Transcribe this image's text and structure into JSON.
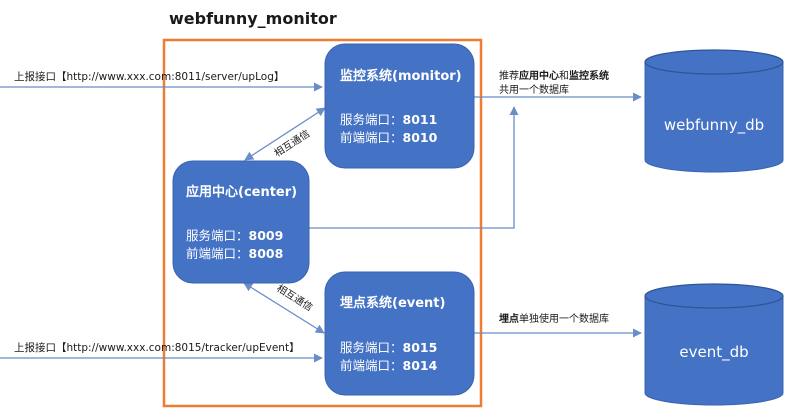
{
  "title": "webfunny_monitor",
  "colors": {
    "box_fill": "#4472C4",
    "box_stroke": "#3A64B0",
    "frame": "#ED7D31",
    "arrow": "#6A8CC7",
    "text_dark": "#1a1a1a",
    "text_light": "#ffffff"
  },
  "monitor": {
    "title": "监控系统(monitor)",
    "service_label": "服务端口：",
    "service_port": "8011",
    "front_label": "前端端口：",
    "front_port": "8010"
  },
  "center": {
    "title": "应用中心(center)",
    "service_label": "服务端口：",
    "service_port": "8009",
    "front_label": "前端端口：",
    "front_port": "8008"
  },
  "event": {
    "title": "埋点系统(event)",
    "service_label": "服务端口：",
    "service_port": "8015",
    "front_label": "前端端口：",
    "front_port": "8014"
  },
  "upload_top": "上报接口【http://www.xxx.com:8011/server/upLog】",
  "upload_bottom": "上报接口【http://www.xxx.com:8015/tracker/upEvent】",
  "comm_top": "相互通信",
  "comm_bottom": "相互通信",
  "shared_db_note": {
    "prefix": "推荐",
    "center": "应用中心",
    "and": "和",
    "monitor": "监控系统",
    "line2": "共用一个数据库"
  },
  "event_db_note": {
    "bold": "埋点",
    "rest": "单独使用一个数据库"
  },
  "db_top": "webfunny_db",
  "db_bottom": "event_db"
}
